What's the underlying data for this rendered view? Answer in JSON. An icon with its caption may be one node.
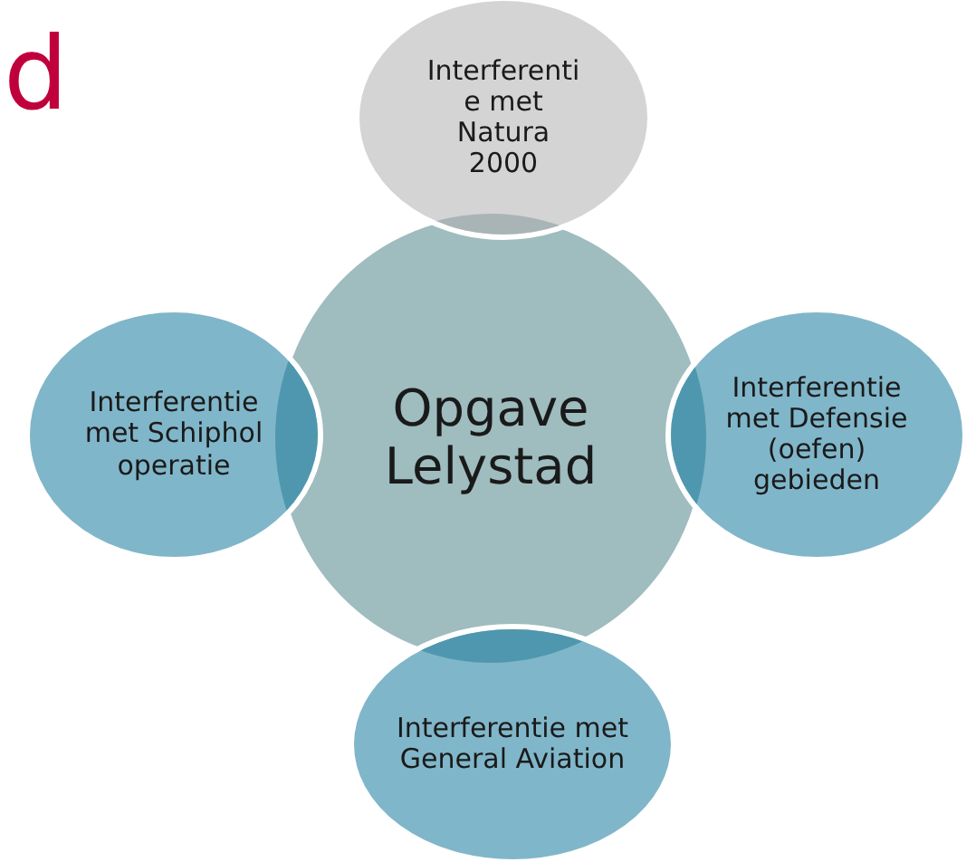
{
  "diagram": {
    "title": "d",
    "nodes": [
      {
        "text": [
          "Opgave Lelystad"
        ]
      },
      {
        "text": [
          "Interferentie met Natura 2000"
        ]
      },
      {
        "text": [
          "Interferentie met Schiphol operatie"
        ]
      },
      {
        "text": [
          "Interferentie met Defensie (oefen) gebieden"
        ]
      },
      {
        "text": [
          "Interferentie met General Aviation"
        ]
      }
    ],
    "edges": []
  }
}
